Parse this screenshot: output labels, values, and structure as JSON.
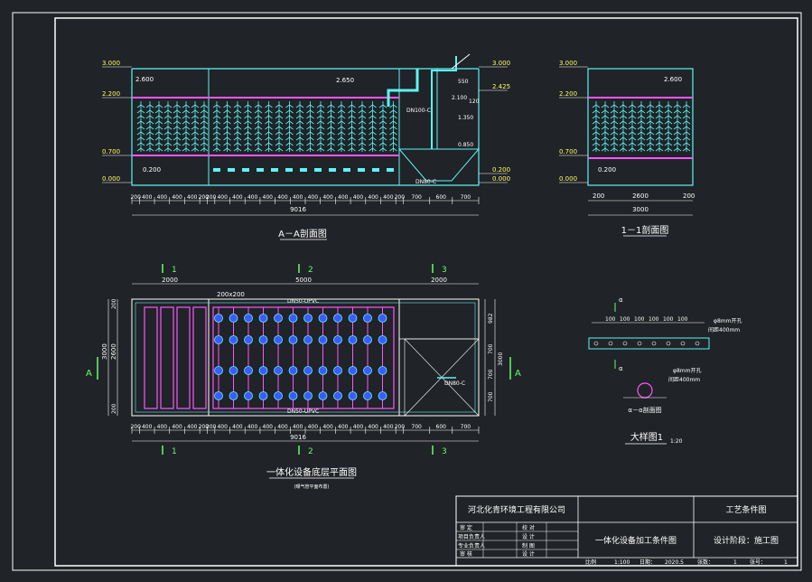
{
  "section_aa": {
    "title": "A－A剖面图",
    "levels_left": [
      "3.000",
      "2.200",
      "0.700",
      "0.000"
    ],
    "levels_right": [
      "3.000",
      "2.425",
      "0.200",
      "0.000"
    ],
    "labels": [
      "2.600",
      "2.650",
      "0.200",
      "DN100-C",
      "DN80-C",
      "1.350",
      "0.850",
      "2.100",
      "550",
      "120"
    ],
    "dims": [
      "200",
      "400",
      "400",
      "400",
      "400",
      "200",
      "200",
      "400",
      "400",
      "400",
      "400",
      "400",
      "400",
      "400",
      "400",
      "400",
      "400",
      "400",
      "400",
      "200",
      "700",
      "600",
      "700"
    ],
    "total": "9016"
  },
  "section_11": {
    "title": "1－1剖面图",
    "levels": [
      "3.000",
      "2.200",
      "0.700",
      "0.000"
    ],
    "labels": [
      "2.600",
      "0.200"
    ],
    "dims": [
      "200",
      "2600",
      "200"
    ],
    "total": "3000"
  },
  "plan": {
    "title": "一体化设备底层平面图",
    "subtitle": "(曝气管平面布置)",
    "section_marks": [
      "1",
      "2",
      "3"
    ],
    "top_dims": [
      "2000",
      "5000",
      "2000"
    ],
    "opening": "200x200",
    "pipe_labels": [
      "DN50-UPVC",
      "DN50-UPVC"
    ],
    "side_left": [
      "3000",
      "2600",
      "200",
      "200"
    ],
    "side_right": [
      "982",
      "700",
      "700",
      "3000",
      "700"
    ],
    "bottom_dims": [
      "200",
      "400",
      "400",
      "400",
      "400",
      "200",
      "200",
      "400",
      "400",
      "400",
      "400",
      "400",
      "400",
      "400",
      "400",
      "400",
      "400",
      "400",
      "400",
      "200",
      "700",
      "600",
      "700"
    ],
    "total": "9016",
    "arrow_labels": [
      "A",
      "A"
    ],
    "outlet_pipe": "DN80-C"
  },
  "detail": {
    "title": "大样图1",
    "scale": "1:20",
    "dims": [
      "100",
      "100",
      "100",
      "100",
      "100",
      "100"
    ],
    "notes": [
      "φ8mm开孔",
      "间距400mm",
      "φ8mm开孔",
      "间距400mm"
    ],
    "section_title": "α－α剖面图",
    "alpha": "α"
  },
  "title_block": {
    "company": "河北化青环境工程有限公司",
    "project": "工艺条件图",
    "drawing_name": "一体化设备加工条件图",
    "stage": "设计阶段：施工图",
    "roles_left": [
      "审 定",
      "项目负责人",
      "专业负责人",
      "审 核"
    ],
    "roles_right": [
      "校 对",
      "设 计",
      "制 图",
      "设 计"
    ],
    "bottom_row": [
      "比例",
      "1:100",
      "日期：",
      "2020.5",
      "张数：",
      "1",
      "张号：",
      "1"
    ]
  },
  "colors": {
    "background": "#202327",
    "frame": "#ffffff",
    "cyan": "#5cf5f5",
    "magenta": "#ff55ff",
    "yellow": "#ffff66",
    "green": "#66ff66",
    "blue": "#3b5bff"
  }
}
